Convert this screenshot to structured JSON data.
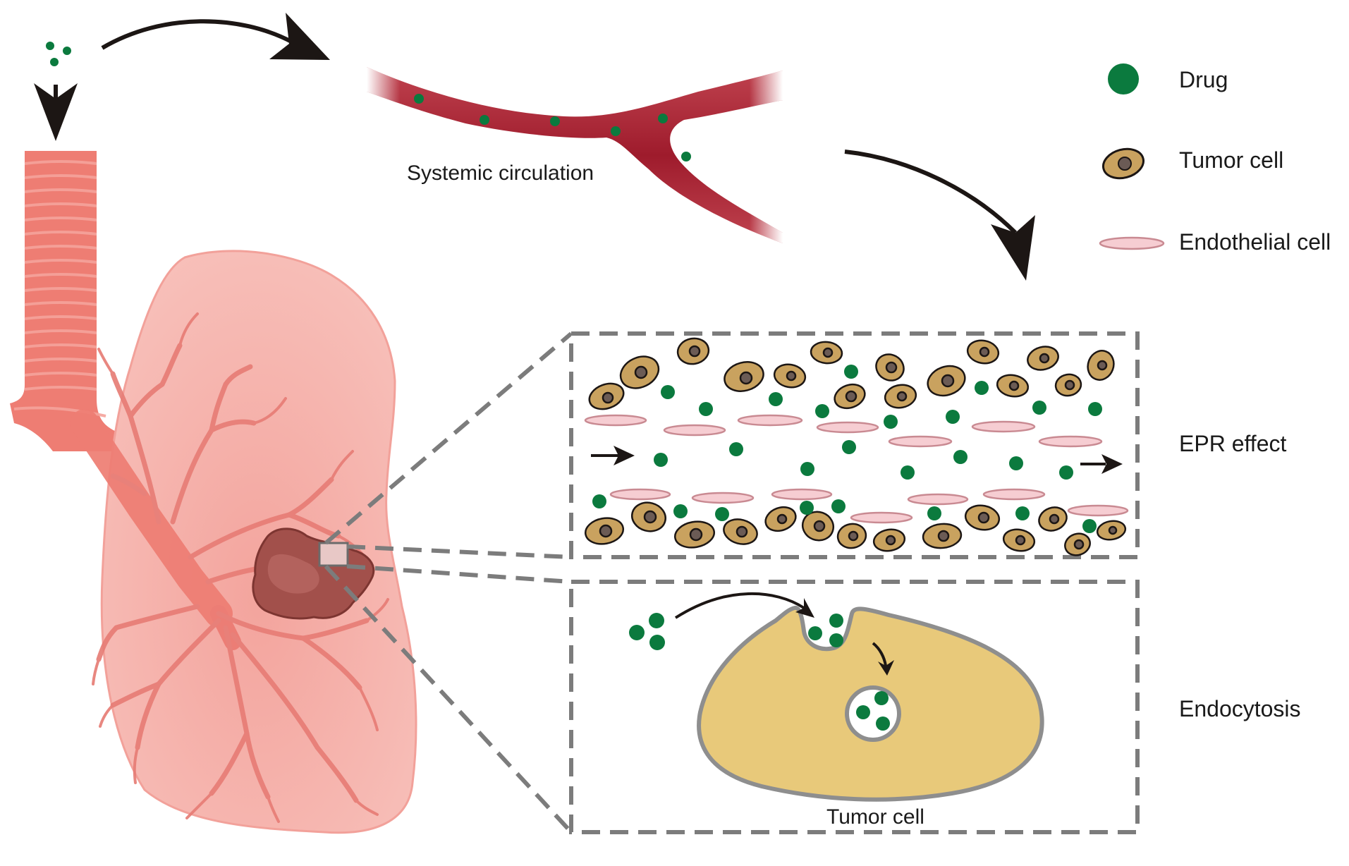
{
  "labels": {
    "systemic_circulation": "Systemic circulation",
    "epr_effect": "EPR effect",
    "endocytosis": "Endocytosis",
    "tumor_cell_caption": "Tumor cell"
  },
  "legend": [
    {
      "key": "drug",
      "label": "Drug",
      "icon": "drug-icon",
      "color": "#0b7a3e"
    },
    {
      "key": "tumor_cell",
      "label": "Tumor cell",
      "icon": "tumor-cell-icon",
      "color": "#c9a25f"
    },
    {
      "key": "endothelial_cell",
      "label": "Endothelial cell",
      "icon": "endothelial-cell-icon",
      "color": "#f6cdd2"
    }
  ],
  "colors": {
    "drug": "#0b7a3e",
    "vessel": "#9e1b2c",
    "lung": "#f6b1aa",
    "airway": "#ee7d73",
    "tumor": "#a2504b",
    "tumor_cell_fill": "#c9a25f",
    "cell_body": "#e8c97a",
    "endothelial": "#f6cdd2",
    "arrow": "#1c1614",
    "dash": "#7c7c7c"
  }
}
